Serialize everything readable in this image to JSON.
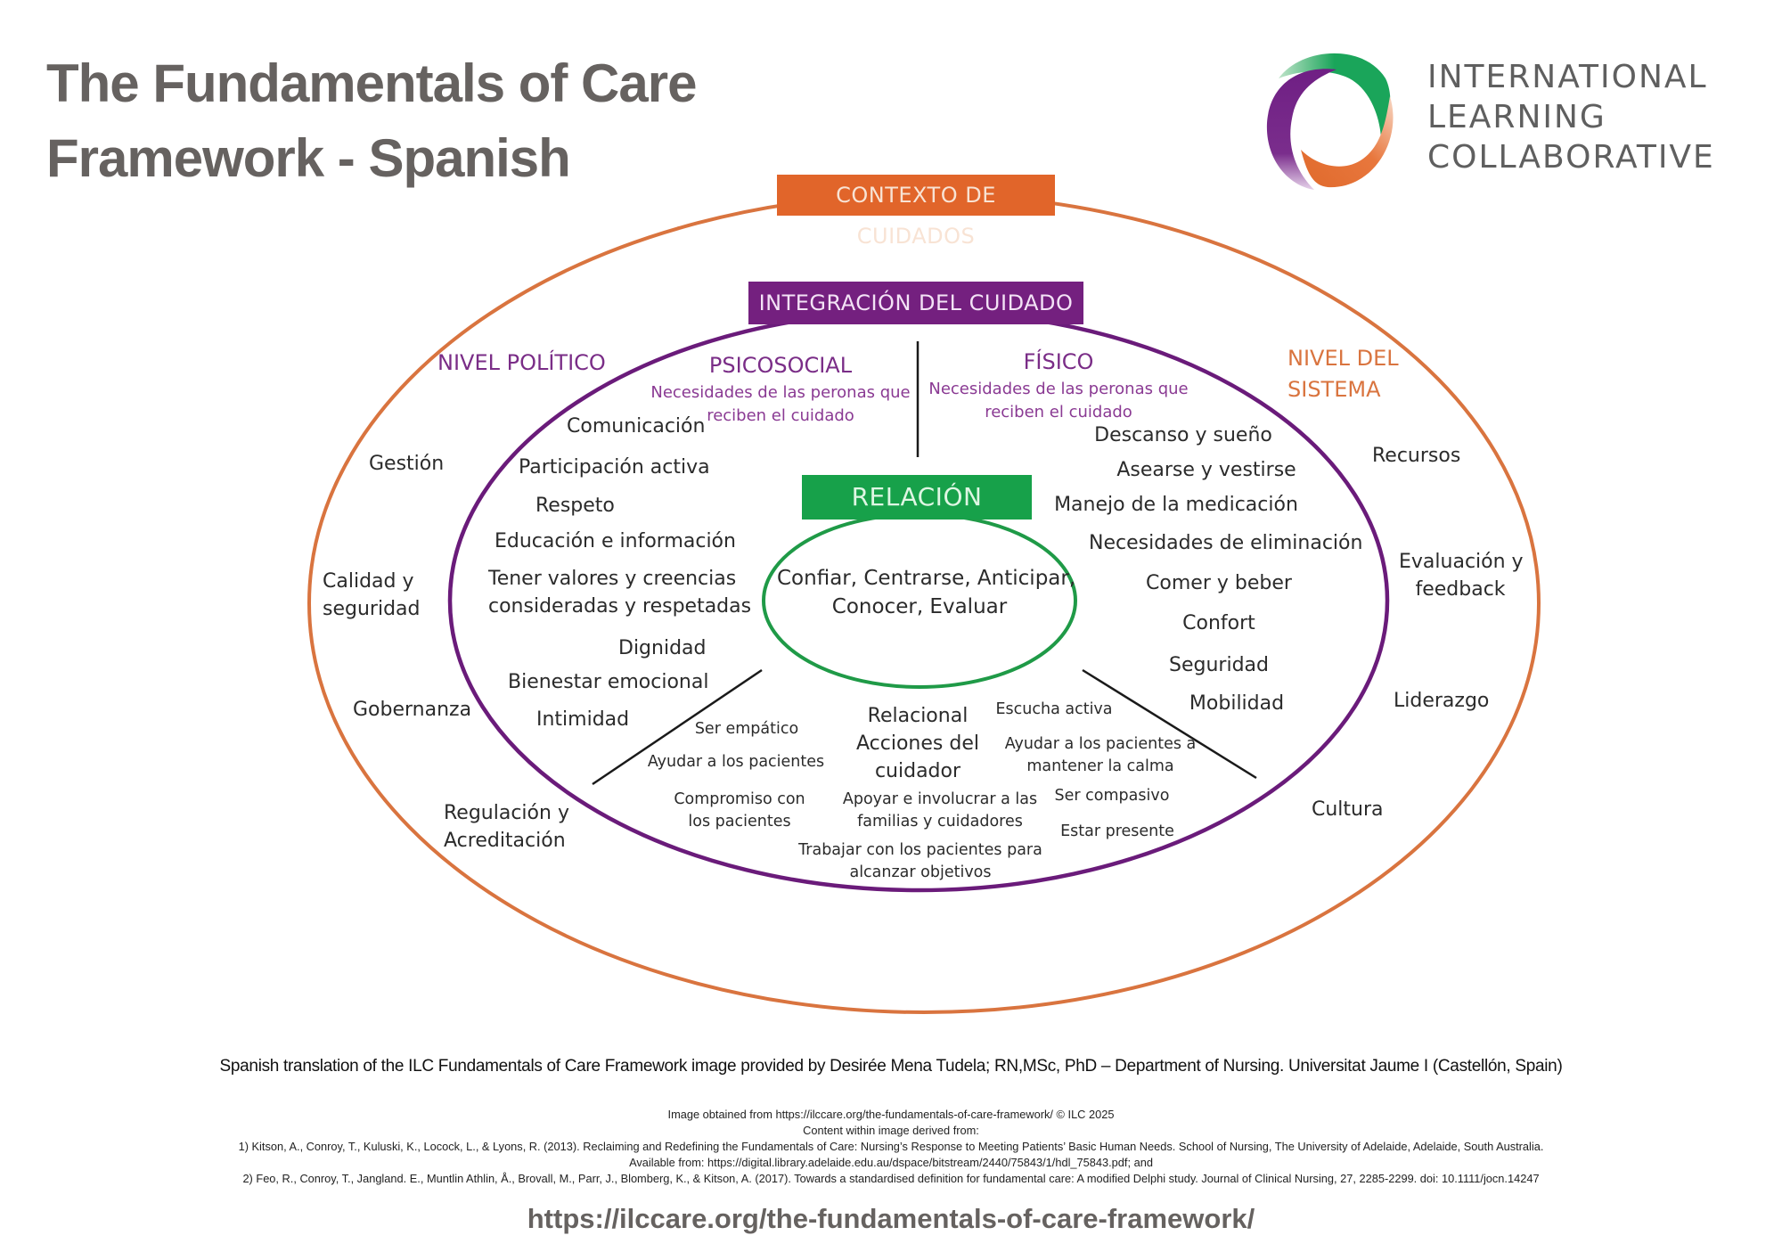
{
  "header": {
    "title_line1": "The Fundamentals of Care",
    "title_line2": "Framework - Spanish"
  },
  "logo": {
    "icon": "ilc-ring-logo-icon",
    "line1": "INTERNATIONAL",
    "line2": "LEARNING",
    "line3": "COLLABORATIVE",
    "colors": {
      "green": "#1aa55a",
      "purple": "#6f1f84",
      "orange": "#e06a2c"
    }
  },
  "colors": {
    "outer_ring": "#d9743f",
    "middle_ring": "#6a1b7a",
    "inner_ring": "#1f9a47",
    "context_box": "#e1652a",
    "integration_box": "#74207f",
    "relation_box": "#17a14a"
  },
  "diagram": {
    "context_label": "CONTEXTO DE CUIDADOS",
    "integration_label": "INTEGRACIÓN  DEL CUIDADO",
    "relation_label": "RELACIÓN",
    "relation_text_line1": "Confiar, Centrarse, Anticipar,",
    "relation_text_line2": "Conocer, Evaluar",
    "policy_level": "NIVEL POLÍTICO",
    "system_level_line1": "NIVEL DEL",
    "system_level_line2": "SISTEMA",
    "policy_items": [
      "Gestión",
      [
        "Calidad y",
        "seguridad"
      ],
      "Gobernanza",
      [
        "Regulación y",
        "Acreditación"
      ]
    ],
    "system_items": [
      "Recursos",
      [
        "Evaluación y",
        "feedback"
      ],
      "Liderazgo",
      "Cultura"
    ],
    "psychosocial": {
      "title": "PSICOSOCIAL",
      "subtitle_line1": "Necesidades de las peronas que",
      "subtitle_line2": "reciben el cuidado",
      "items": [
        "Comunicación",
        "Participación activa",
        "Respeto",
        "Educación e información",
        [
          "Tener valores y creencias",
          "consideradas y respetadas"
        ],
        "Dignidad",
        "Bienestar emocional",
        "Intimidad"
      ]
    },
    "physical": {
      "title": "FÍSICO",
      "subtitle_line1": "Necesidades de las peronas que",
      "subtitle_line2": "reciben el cuidado",
      "items": [
        "Descanso y sueño",
        "Asearse y vestirse",
        "Manejo de la medicación",
        "Necesidades de eliminación",
        "Comer y beber",
        "Confort",
        "Seguridad",
        "Mobilidad"
      ]
    },
    "relational": {
      "title": "Relacional",
      "subtitle_line1": "Acciones del",
      "subtitle_line2": "cuidador",
      "items": [
        "Ser empático",
        "Ayudar  a los pacientes",
        [
          "Compromiso  con",
          "los pacientes"
        ],
        [
          "Apoyar e involucrar a las",
          "familias y cuidadores"
        ],
        [
          "Trabajar con los pacientes para",
          "alcanzar objetivos"
        ],
        "Escucha activa",
        [
          "Ayudar a los pacientes a",
          "mantener la calma"
        ],
        "Ser compasivo",
        "Estar presente"
      ]
    }
  },
  "footer": {
    "credit": "Spanish translation of the ILC Fundamentals of Care Framework image provided by Desirée Mena Tudela; RN,MSc, PhD – Department of Nursing. Universitat Jaume I (Castellón, Spain)",
    "refs": [
      "Image obtained from https://ilccare.org/the-fundamentals-of-care-framework/ © ILC 2025",
      "Content within image derived from:",
      "1) Kitson, A., Conroy, T., Kuluski, K., Locock, L., & Lyons, R. (2013). Reclaiming and Redefining the Fundamentals of Care: Nursing’s Response to Meeting Patients’ Basic Human Needs. School of Nursing, The University of Adelaide, Adelaide, South Australia.",
      "Available from: https://digital.library.adelaide.edu.au/dspace/bitstream/2440/75843/1/hdl_75843.pdf; and",
      "2) Feo, R., Conroy, T., Jangland. E., Muntlin Athlin, Å., Brovall, M., Parr, J., Blomberg, K., & Kitson, A. (2017). Towards a standardised definition for fundamental care: A modified Delphi study. Journal of Clinical Nursing, 27, 2285-2299. doi: 10.1111/jocn.14247"
    ],
    "url": "https://ilccare.org/the-fundamentals-of-care-framework/"
  }
}
